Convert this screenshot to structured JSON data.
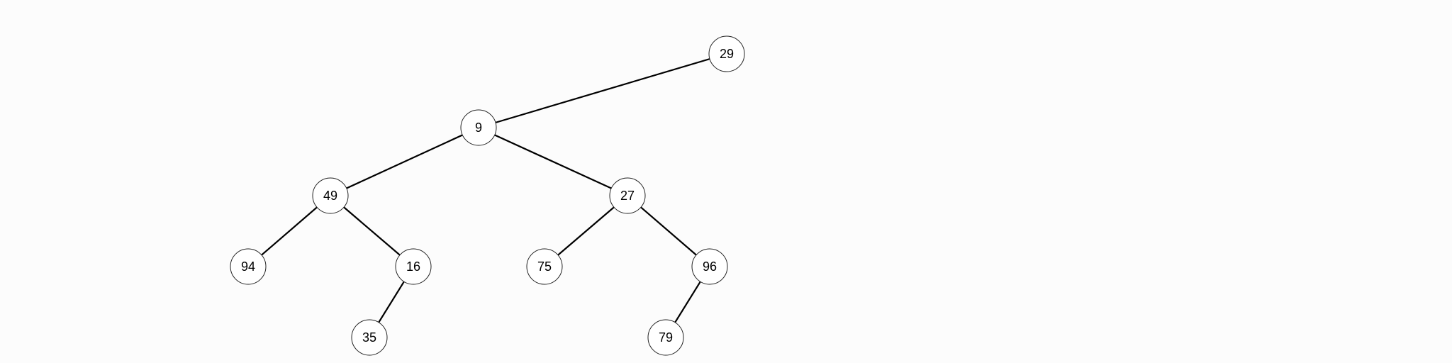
{
  "colors": {
    "background": "#fcfcfc",
    "edge": "#000000",
    "node_fill": "#ffffff",
    "node_stroke": "#222222",
    "label": "#000000"
  },
  "tree": {
    "nodes": [
      {
        "id": "n29",
        "label": "29"
      },
      {
        "id": "n9",
        "label": "9"
      },
      {
        "id": "n49",
        "label": "49"
      },
      {
        "id": "n27",
        "label": "27"
      },
      {
        "id": "n94",
        "label": "94"
      },
      {
        "id": "n16",
        "label": "16"
      },
      {
        "id": "n75",
        "label": "75"
      },
      {
        "id": "n96",
        "label": "96"
      },
      {
        "id": "n35",
        "label": "35"
      },
      {
        "id": "n79",
        "label": "79"
      }
    ],
    "edges": [
      {
        "from": "n29",
        "to": "n9"
      },
      {
        "from": "n9",
        "to": "n49"
      },
      {
        "from": "n9",
        "to": "n27"
      },
      {
        "from": "n49",
        "to": "n94"
      },
      {
        "from": "n49",
        "to": "n16"
      },
      {
        "from": "n27",
        "to": "n75"
      },
      {
        "from": "n27",
        "to": "n96"
      },
      {
        "from": "n16",
        "to": "n35"
      },
      {
        "from": "n96",
        "to": "n79"
      }
    ]
  }
}
